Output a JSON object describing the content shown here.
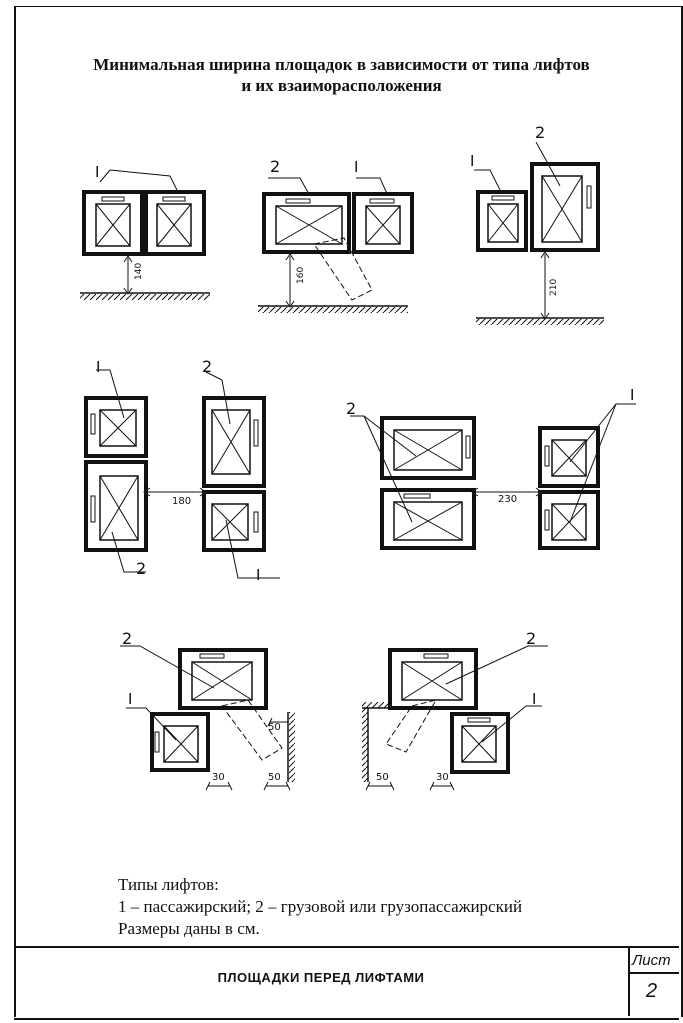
{
  "title_line1": "Минимальная ширина площадок в зависимости от типа лифтов",
  "title_line2": "и их взаиморасположения",
  "labels": {
    "passenger": "I",
    "freight": "2"
  },
  "dimensions": {
    "d140": "140",
    "d160": "160",
    "d210": "210",
    "d180": "180",
    "d230": "230",
    "d50": "50",
    "d30": "30"
  },
  "legend": {
    "line1": "Типы лифтов:",
    "line2": "1 – пассажирский;  2 – грузовой или грузопассажирский",
    "line3": "Размеры даны в см."
  },
  "stamp": {
    "title": "ПЛОЩАДКИ ПЕРЕД ЛИФТАМИ",
    "sheet_label": "Лист",
    "sheet_number": "2"
  }
}
